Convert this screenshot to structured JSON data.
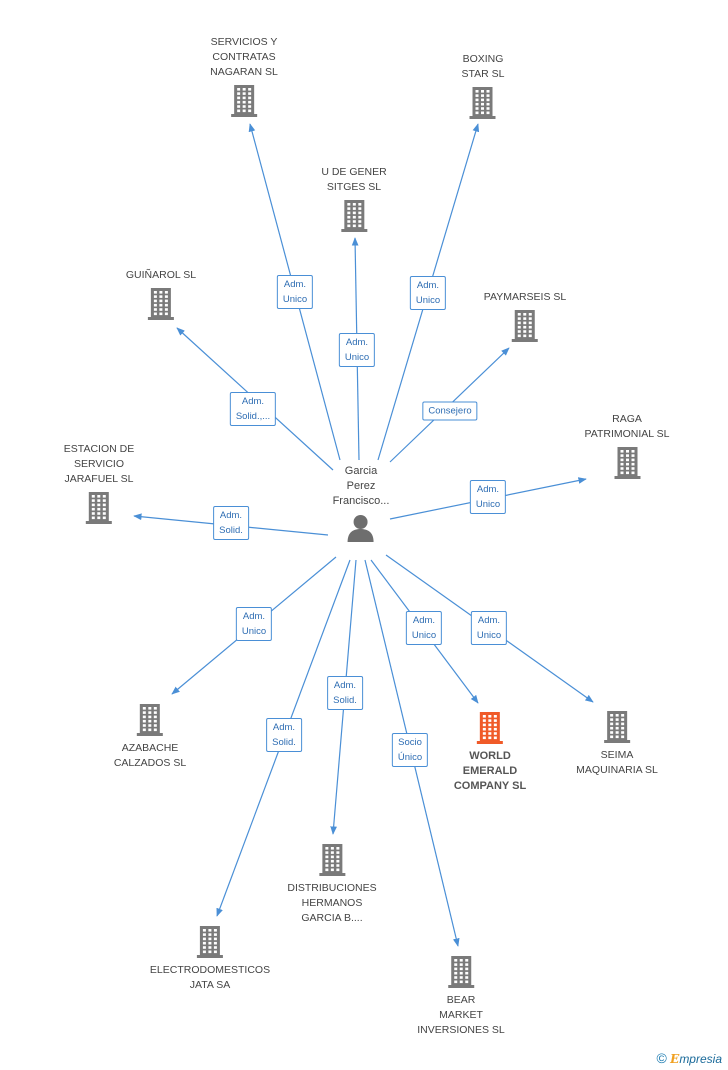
{
  "center": {
    "name": "Garcia\nPerez\nFrancisco..."
  },
  "companies": [
    {
      "id": "servicios",
      "name": "SERVICIOS Y\nCONTRATAS\nNAGARAN SL",
      "highlight": false
    },
    {
      "id": "boxing",
      "name": "BOXING\nSTAR  SL",
      "highlight": false
    },
    {
      "id": "ugener",
      "name": "U DE GENER\nSITGES SL",
      "highlight": false
    },
    {
      "id": "guinarol",
      "name": "GUIÑAROL SL",
      "highlight": false
    },
    {
      "id": "paymarseis",
      "name": "PAYMARSEIS SL",
      "highlight": false
    },
    {
      "id": "raga",
      "name": "RAGA\nPATRIMONIAL SL",
      "highlight": false
    },
    {
      "id": "estacion",
      "name": "ESTACION DE\nSERVICIO\nJARAFUEL SL",
      "highlight": false
    },
    {
      "id": "azabache",
      "name": "AZABACHE\nCALZADOS SL",
      "highlight": false
    },
    {
      "id": "world",
      "name": "WORLD\nEMERALD\nCOMPANY SL",
      "highlight": true
    },
    {
      "id": "seima",
      "name": "SEIMA\nMAQUINARIA SL",
      "highlight": false
    },
    {
      "id": "distribuciones",
      "name": "DISTRIBUCIONES\nHERMANOS\nGARCIA B....",
      "highlight": false
    },
    {
      "id": "electro",
      "name": "ELECTRODOMESTICOS\nJATA SA",
      "highlight": false
    },
    {
      "id": "bear",
      "name": "BEAR\nMARKET\nINVERSIONES SL",
      "highlight": false
    }
  ],
  "relations": [
    {
      "to": "servicios",
      "label": "Adm.\nUnico"
    },
    {
      "to": "boxing",
      "label": "Adm.\nUnico"
    },
    {
      "to": "ugener",
      "label": "Adm.\nUnico"
    },
    {
      "to": "guinarol",
      "label": "Adm.\nSolid.,..."
    },
    {
      "to": "paymarseis",
      "label": "Consejero"
    },
    {
      "to": "raga",
      "label": "Adm.\nUnico"
    },
    {
      "to": "estacion",
      "label": "Adm.\nSolid."
    },
    {
      "to": "azabache",
      "label": "Adm.\nUnico"
    },
    {
      "to": "world",
      "label": "Adm.\nUnico"
    },
    {
      "to": "seima",
      "label": "Adm.\nUnico"
    },
    {
      "to": "distribuciones",
      "label": "Adm.\nSolid."
    },
    {
      "to": "electro",
      "label": "Adm.\nSolid."
    },
    {
      "to": "bear",
      "label": "Socio\nÚnico"
    }
  ],
  "colors": {
    "edge": "#4a8fd6",
    "building": "#7a7a7a",
    "highlight": "#f05a28",
    "person": "#6e6e6e"
  },
  "footer": {
    "copyright": "©",
    "brand_initial": "E",
    "brand_rest": "mpresia"
  }
}
